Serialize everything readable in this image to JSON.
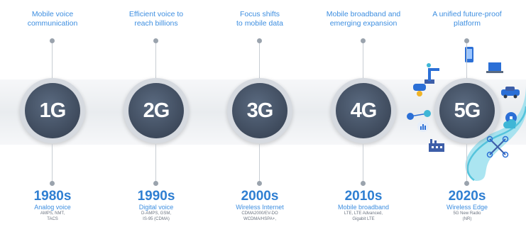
{
  "generations": [
    {
      "label": "1G",
      "heading": [
        "Mobile voice",
        "communication"
      ],
      "year": "1980s",
      "tech": "Analog voice",
      "details": [
        "AMPS, NMT,",
        "TACS"
      ]
    },
    {
      "label": "2G",
      "heading": [
        "Efficient voice to",
        "reach billions"
      ],
      "year": "1990s",
      "tech": "Digital voice",
      "details": [
        "D-AMPS, GSM,",
        "IS-95 (CDMA)"
      ]
    },
    {
      "label": "3G",
      "heading": [
        "Focus shifts",
        "to mobile data"
      ],
      "year": "2000s",
      "tech": "Wireless Internet",
      "details": [
        "CDMA2000/EV-DO",
        "WCDMA/HSPA+,"
      ]
    },
    {
      "label": "4G",
      "heading": [
        "Mobile broadband and",
        "emerging expansion"
      ],
      "year": "2010s",
      "tech": "Mobile broadband",
      "details": [
        "LTE, LTE Advanced,",
        "Gigabit LTE"
      ]
    },
    {
      "label": "5G",
      "heading": [
        "A unified future-proof",
        "platform"
      ],
      "year": "2020s",
      "tech": "Wireless Edge",
      "details": [
        "5G New Radio",
        "(NR)"
      ]
    }
  ],
  "colors": {
    "accent": "#3d8ee0",
    "year": "#2f7fd2",
    "circle": "#3e4a5c",
    "detail": "#6c7480",
    "wave": "#7fd6e8"
  },
  "icons": [
    "phone-icon",
    "robot-arm-icon",
    "vr-headset-icon",
    "car-icon",
    "drone-icon",
    "factory-icon",
    "cloud-icon",
    "gear-network-icon",
    "chart-icon",
    "antenna-icon",
    "laptop-icon"
  ]
}
